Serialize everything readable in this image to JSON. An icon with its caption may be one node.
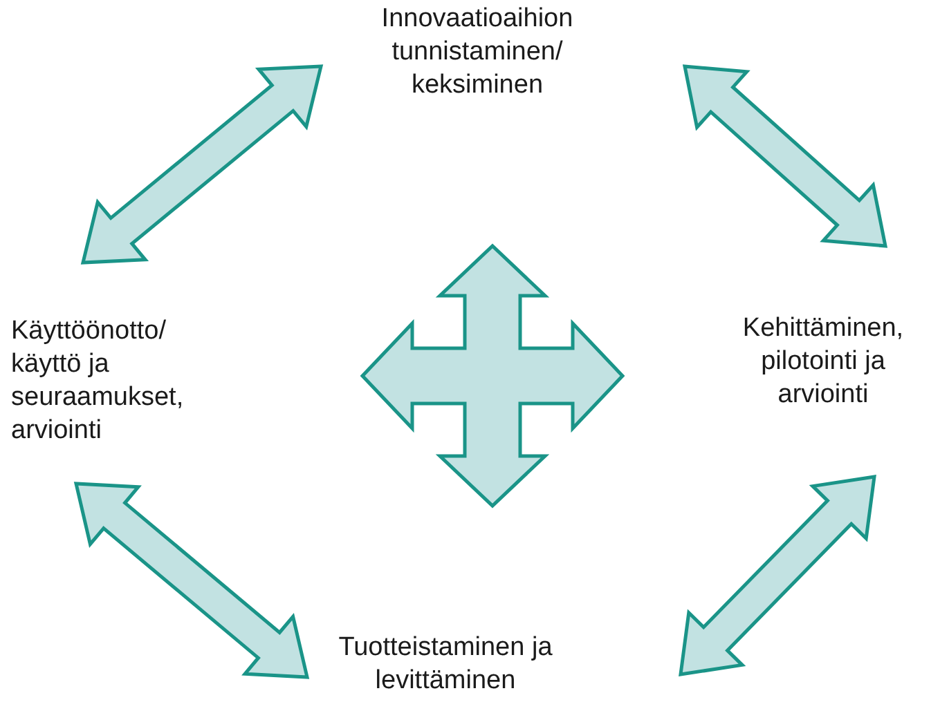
{
  "diagram": {
    "nodes": [
      {
        "text": [
          "Innovaatioaihion tunnistaminen/ keksiminen"
        ]
      },
      {
        "text": [
          "Käyttöönotto/ käyttö ja seuraamukset, arviointi"
        ]
      },
      {
        "text": [
          "Kehittäminen, pilotointi ja arviointi"
        ]
      },
      {
        "text": [
          "Tuotteistaminen ja levittäminen"
        ]
      }
    ],
    "edges": [
      {
        "from": 0,
        "to": 1,
        "arrow": "both"
      },
      {
        "from": 0,
        "to": 2,
        "arrow": "both"
      },
      {
        "from": 2,
        "to": 3,
        "arrow": "both"
      },
      {
        "from": 1,
        "to": 3,
        "arrow": "both"
      }
    ]
  }
}
